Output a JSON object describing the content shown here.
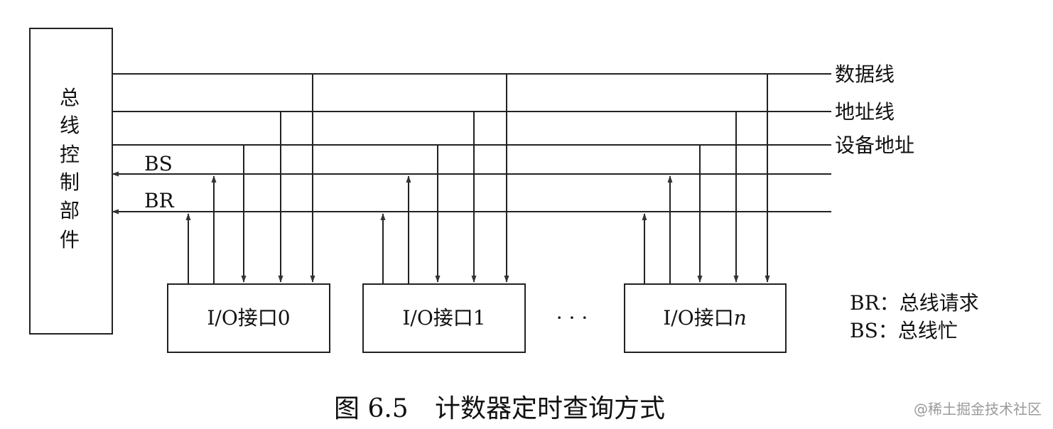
{
  "controller": {
    "label_chars": [
      "总",
      "线",
      "控",
      "制",
      "部",
      "件"
    ]
  },
  "lines": {
    "data": "数据线",
    "address": "地址线",
    "device_address": "设备地址",
    "bs": "BS",
    "br": "BR"
  },
  "interfaces": {
    "if0": "I/O接口0",
    "if1": "I/O接口1",
    "ifn_prefix": "I/O接口",
    "ifn_suffix": "n",
    "ellipsis": "· · ·"
  },
  "legend": {
    "br": "BR：总线请求",
    "bs": "BS：总线忙"
  },
  "caption": {
    "number": "图 6.5",
    "title": "计数器定时查询方式"
  },
  "watermark": "@稀土掘金技术社区"
}
